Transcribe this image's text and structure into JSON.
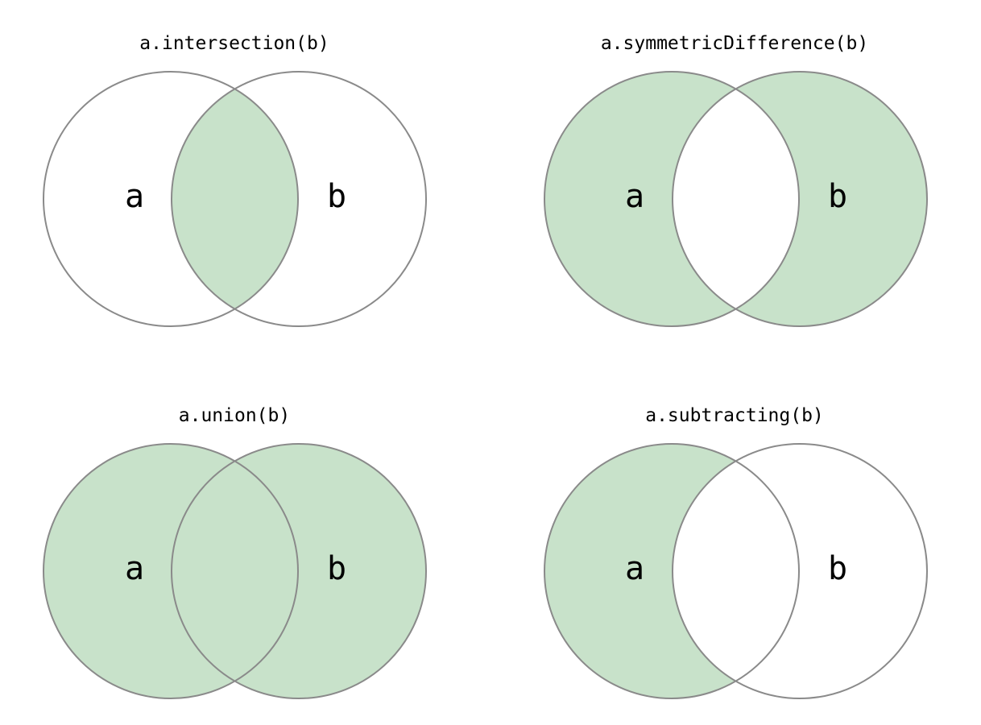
{
  "style": {
    "fill_color": "#c8e2ca",
    "stroke_color": "#8a8a8a",
    "background": "#ffffff"
  },
  "panels": [
    {
      "title": "a.intersection(b)",
      "set_a_label": "a",
      "set_b_label": "b",
      "shaded_regions": [
        "a∩b"
      ]
    },
    {
      "title": "a.symmetricDifference(b)",
      "set_a_label": "a",
      "set_b_label": "b",
      "shaded_regions": [
        "a-only",
        "b-only"
      ]
    },
    {
      "title": "a.union(b)",
      "set_a_label": "a",
      "set_b_label": "b",
      "shaded_regions": [
        "a-only",
        "a∩b",
        "b-only"
      ]
    },
    {
      "title": "a.subtracting(b)",
      "set_a_label": "a",
      "set_b_label": "b",
      "shaded_regions": [
        "a-only"
      ]
    }
  ]
}
